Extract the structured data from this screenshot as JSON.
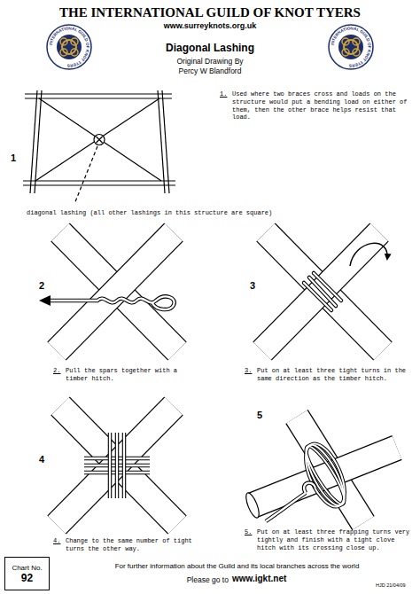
{
  "diagram": {
    "title": "THE INTERNATIONAL GUILD OF KNOT TYERS",
    "nodes": [
      {
        "text": [
          "Chart No.",
          "92"
        ]
      }
    ],
    "labels": [
      "www.surreyknots.org.uk",
      "INTERNATIONAL GUILD OF KNOT TYERS",
      "INTERNATIONAL GUILD OF KNOT TYERS",
      "Diagonal Lashing",
      "Original Drawing By",
      "Percy W Blandford",
      "1",
      "1.",
      "Used where two braces cross and loads on the structure would put a bending load on either of them, then the other brace helps resist that load.",
      "diagonal lashing (all other lashings in this structure are square)",
      "2",
      "3",
      "2.",
      "Pull the spars together with a timber hitch.",
      "3.",
      "Put on at least three tight turns in the same direction as the timber hitch.",
      "4",
      "5",
      "4.",
      "Change to the same number of tight turns the other way.",
      "5.",
      "Put on at least three frapping turns very tightly and finish with a tight clove hitch with its crossing close up.",
      "For further information about the Guild and its local branches across the world",
      "Please go to",
      "www.igkt.net",
      "HJD 21/04/09"
    ]
  }
}
